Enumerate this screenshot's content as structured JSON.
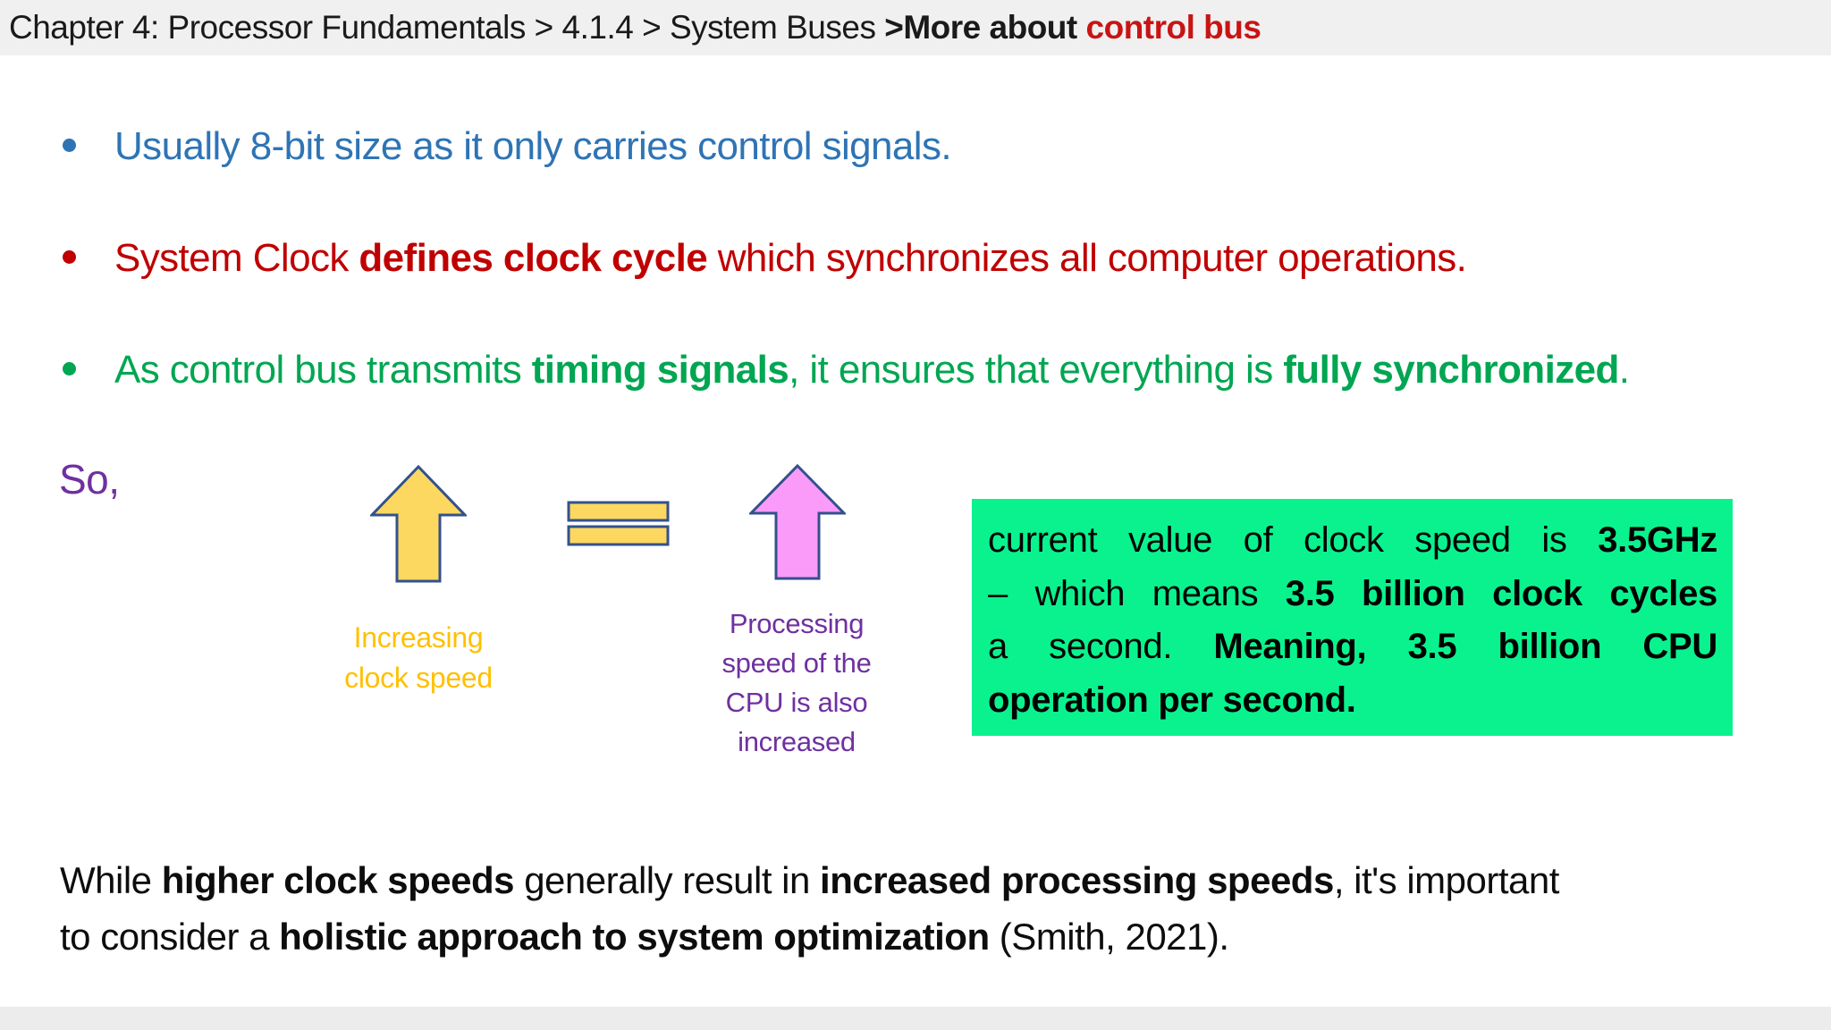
{
  "colors": {
    "header_bg": "#F0F0F0",
    "footer_bg": "#ECECEC",
    "title_text": "#1A1A1A",
    "title_accent": "#C81414",
    "bullet_blue": "#2E74B5",
    "bullet_red": "#C00000",
    "bullet_green": "#00A651",
    "purple": "#7030A0",
    "gold": "#FFC000",
    "arrow_yellow_fill": "#FCD860",
    "arrow_pink_fill": "#FA9BFA",
    "arrow_outline": "#33518C",
    "callout_bg": "#0AF28E",
    "body_text": "#0D0D0D"
  },
  "breadcrumb": {
    "path": "Chapter 4: Processor Fundamentals > 4.1.4 > System Buses ",
    "emphasis": ">More about ",
    "highlight": "control bus"
  },
  "bullets": [
    {
      "segments": [
        {
          "text": "Usually 8-bit size as it only carries control signals.",
          "bold": false
        }
      ]
    },
    {
      "segments": [
        {
          "text": "System Clock ",
          "bold": false
        },
        {
          "text": "defines clock cycle",
          "bold": true
        },
        {
          "text": " which synchronizes all computer operations.",
          "bold": false
        }
      ]
    },
    {
      "segments": [
        {
          "text": "As control bus transmits ",
          "bold": false
        },
        {
          "text": "timing signals",
          "bold": true
        },
        {
          "text": ", it ensures that everything is ",
          "bold": false
        },
        {
          "text": "fully synchronized",
          "bold": true
        },
        {
          "text": ".",
          "bold": false
        }
      ]
    }
  ],
  "so_label": "So,",
  "diagram": {
    "left_arrow_icon": "block-arrow-up",
    "equals_icon": "equals-sign",
    "right_arrow_icon": "block-arrow-up",
    "increasing_label": "Increasing\nclock speed",
    "processing_label": "Processing\nspeed of the\nCPU is also\nincreased"
  },
  "callout": {
    "lines": [
      {
        "segments": [
          {
            "text": "current value of clock speed is ",
            "bold": false
          },
          {
            "text": "3.5GHz",
            "bold": true
          }
        ]
      },
      {
        "segments": [
          {
            "text": "– which means ",
            "bold": false
          },
          {
            "text": "3.5 billion clock cycles",
            "bold": true
          }
        ]
      },
      {
        "segments": [
          {
            "text": "a second. ",
            "bold": false
          },
          {
            "text": "Meaning, 3.5 billion CPU",
            "bold": true
          }
        ]
      },
      {
        "segments": [
          {
            "text": "operation per second.",
            "bold": true
          }
        ]
      }
    ]
  },
  "conclusion": {
    "lines": [
      {
        "segments": [
          {
            "text": "While ",
            "bold": false
          },
          {
            "text": "higher clock speeds",
            "bold": true
          },
          {
            "text": " generally result in ",
            "bold": false
          },
          {
            "text": "increased processing speeds",
            "bold": true
          },
          {
            "text": ", it's important",
            "bold": false
          }
        ]
      },
      {
        "segments": [
          {
            "text": "to consider a ",
            "bold": false
          },
          {
            "text": "holistic approach to system optimization",
            "bold": true
          },
          {
            "text": " (Smith, 2021).",
            "bold": false
          }
        ]
      }
    ]
  }
}
